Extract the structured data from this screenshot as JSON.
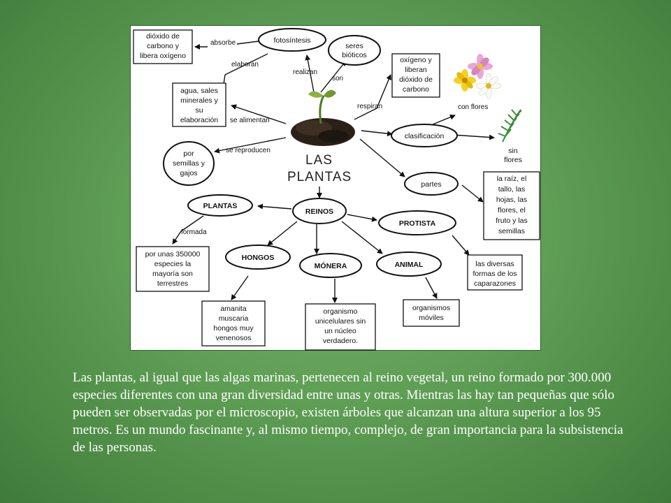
{
  "diagram": {
    "title_line1": "LAS",
    "title_line2": "PLANTAS",
    "nodes": {
      "fotosintesis": "fotosíntesis",
      "dioxido": [
        "dióxido de",
        "carbono y",
        "libera oxígeno"
      ],
      "seres": [
        "seres",
        "bióticos"
      ],
      "oxigeno": [
        "oxígeno y",
        "liberan",
        "dióxido de",
        "carbono"
      ],
      "agua": [
        "agua, sales",
        "minerales y",
        "su",
        "elaboración"
      ],
      "semillas": [
        "por",
        "semillas y",
        "gajos"
      ],
      "clasificacion": "clasificación",
      "sinflores": [
        "sin",
        "flores"
      ],
      "partes": "partes",
      "partes_list": [
        "la raíz, el",
        "tallo, las",
        "hojas, las",
        "flores, el",
        "fruto y las",
        "semillas"
      ],
      "plantas_reino": "PLANTAS",
      "reinos": "REINOS",
      "protista": "PROTISTA",
      "formada_box": [
        "por unas 350000",
        "especies la",
        "mayoría son",
        "terrestres"
      ],
      "hongos": "HONGOS",
      "monera": "MÓNERA",
      "animal": "ANIMAL",
      "caparazones": [
        "las diversas",
        "formas de los",
        "caparazones"
      ],
      "amanita": [
        "amanita",
        "muscaria",
        "hongos muy",
        "venenosos"
      ],
      "organismo": [
        "organismo",
        "unicelulares sin",
        "un núcleo",
        "verdadero."
      ],
      "moviles": [
        "organismos",
        "móviles"
      ]
    },
    "links": {
      "absorbe": "absorbe",
      "elaboran": "elaboran",
      "realizan": "realizan",
      "son": "son",
      "respiran": "respiran",
      "se_alimentan": "se alimentan",
      "se_reproducen": "se reproducen",
      "con_flores": "con flores",
      "formada": "formada"
    }
  },
  "caption": "Las plantas, al igual que las algas marinas, pertenecen al reino vegetal, un reino formado por 300.000 especies diferentes con una gran diversidad entre unas y otras. Mientras las hay tan pequeñas que sólo pueden ser observadas por el microscopio, existen árboles que alcanzan una altura superior a los 95 metros. Es un mundo fascinante y, al mismo tiempo, complejo, de gran importancia para la subsistencia de las personas."
}
